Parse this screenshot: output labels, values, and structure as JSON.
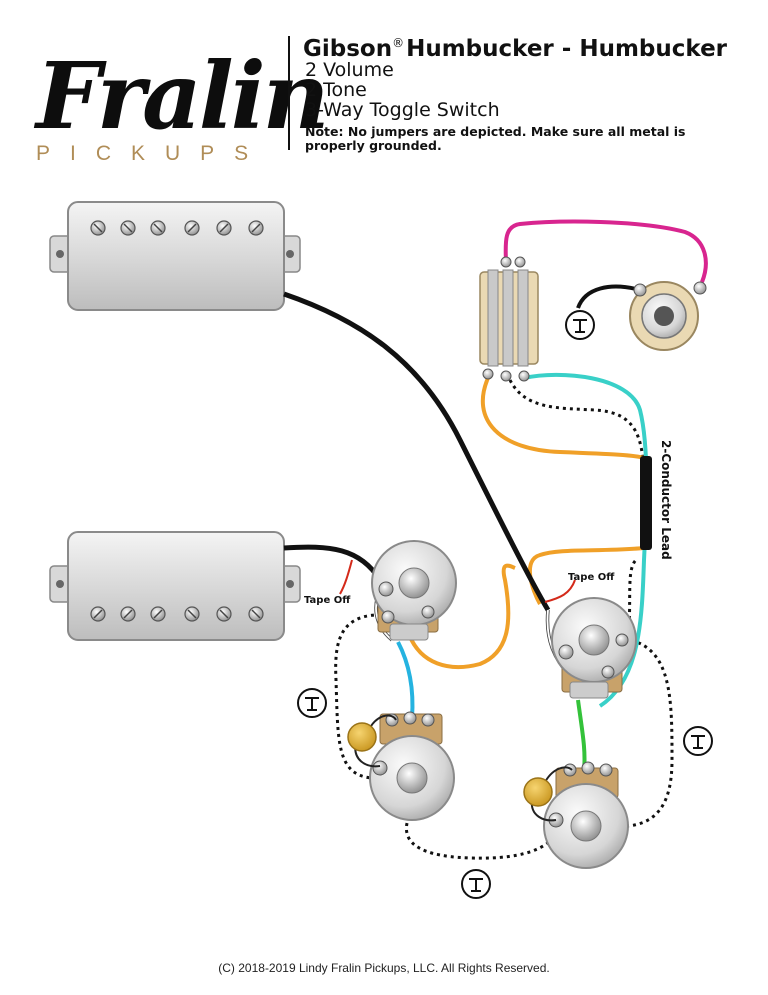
{
  "logo": {
    "brand": "Fralin",
    "sub": "PICKUPS"
  },
  "header": {
    "title_part1": "Gibson",
    "reg_mark": "®",
    "title_part2": "Humbucker - Humbucker",
    "spec_lines": [
      "2 Volume",
      "2 Tone",
      "3-Way Toggle Switch"
    ],
    "note_lines": [
      "Note: No jumpers are depicted.  Make sure all metal is",
      "properly grounded."
    ]
  },
  "labels": {
    "tape_off_1": "Tape Off",
    "tape_off_2": "Tape Off",
    "lead": "2-Conductor Lead"
  },
  "footer": {
    "copyright": "(C) 2018-2019 Lindy Fralin Pickups, LLC. All Rights Reserved."
  },
  "colors": {
    "black_wire": "#111111",
    "orange_wire": "#f0a028",
    "teal_wire": "#39d0c8",
    "magenta_wire": "#d8258f",
    "green_wire": "#34c23a",
    "blue_wire": "#25b3e0",
    "red_wire": "#d42a1a",
    "capacitor": "#e0b63a",
    "logo_gold": "#b08d57"
  },
  "icons": [
    "ground-icon",
    "pot-icon",
    "capacitor-icon",
    "toggle-switch-icon",
    "output-jack-icon"
  ]
}
